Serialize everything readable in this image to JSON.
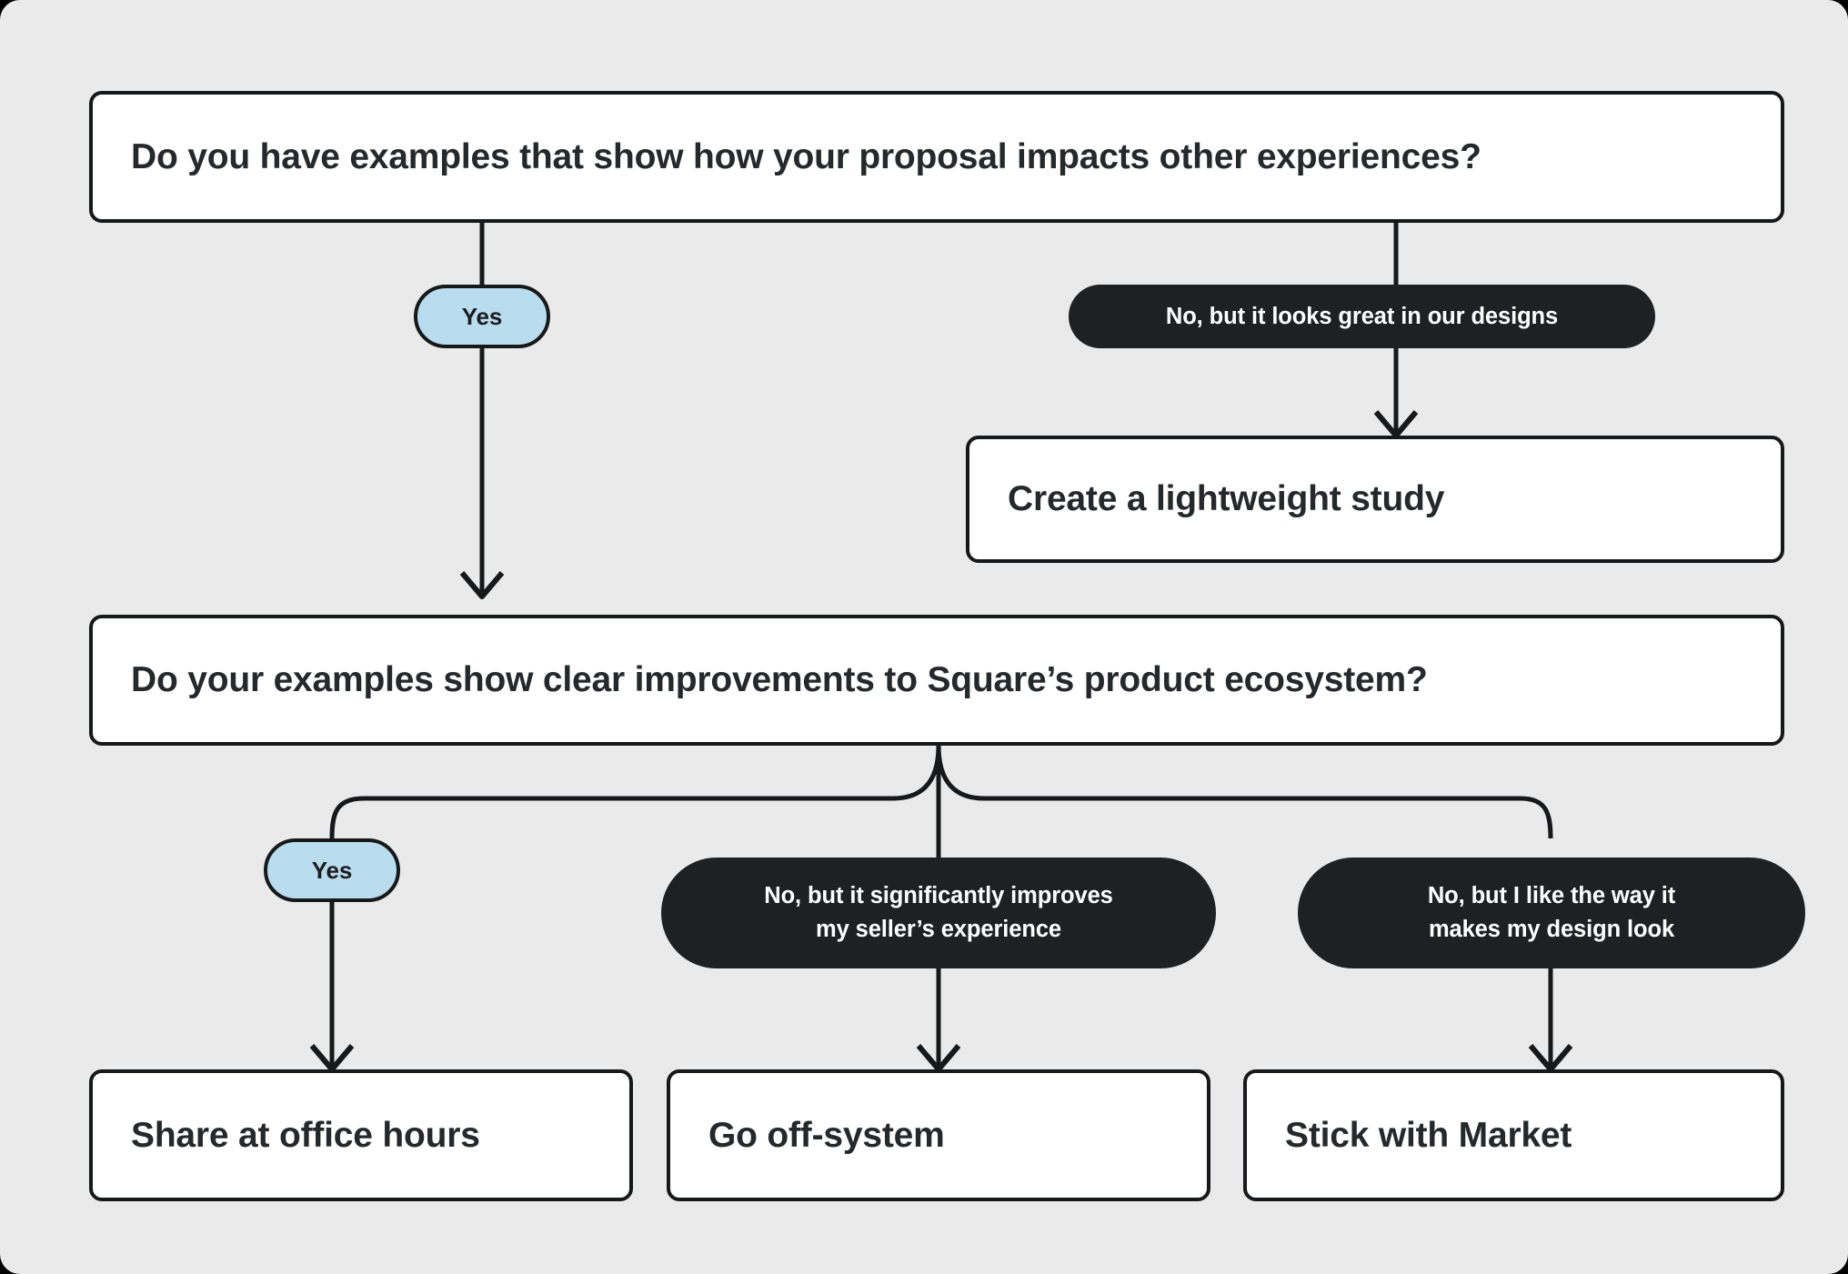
{
  "diagram": {
    "title": "Design proposal decision flowchart",
    "background_color": "#eaeaea",
    "accent_yes_color": "#b9dcef",
    "accent_dark_color": "#1e2022",
    "line_color": "#16181a"
  },
  "nodes": {
    "q1": {
      "label": "Do you have examples that show how your proposal impacts other experiences?"
    },
    "q1_yes": {
      "label": "Yes"
    },
    "q1_no": {
      "label": "No, but it looks great in our designs"
    },
    "outcome_study": {
      "label": "Create a lightweight study"
    },
    "q2": {
      "label": "Do your examples show clear improvements to Square’s product ecosystem?"
    },
    "q2_yes": {
      "label": "Yes"
    },
    "q2_no_seller": {
      "line1": "No, but it significantly improves",
      "line2": "my seller’s experience"
    },
    "q2_no_design": {
      "line1": "No, but I like the way it",
      "line2": "makes my design look"
    },
    "outcome_office_hours": {
      "label": "Share at office hours"
    },
    "outcome_off_system": {
      "label": "Go off-system"
    },
    "outcome_market": {
      "label": "Stick with Market"
    }
  }
}
